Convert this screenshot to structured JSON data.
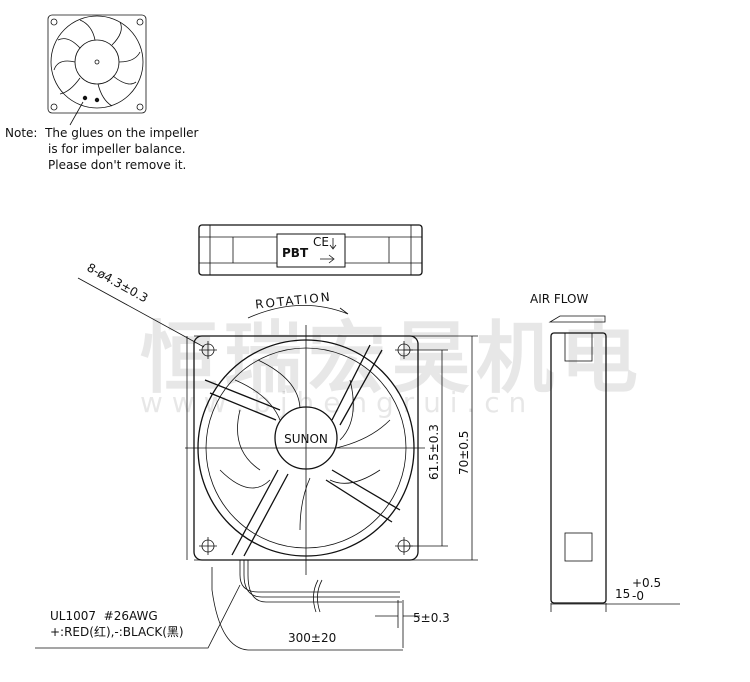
{
  "note": {
    "line1": "Note:  The glues on the impeller",
    "line2": "is for impeller balance.",
    "line3": "Please don't remove it."
  },
  "side_label": {
    "material": "PBT",
    "cert": "CE"
  },
  "main": {
    "hole_spec": "8-ø4.3±0.3",
    "rotation": "ROTATION",
    "hub_brand": "SUNON",
    "dim_hole_pitch": "61.5±0.3",
    "dim_frame": "70±0.5"
  },
  "side": {
    "airflow": "AIR FLOW",
    "thickness": "15",
    "tol_plus": "+0.5",
    "tol_minus": "-0"
  },
  "wires": {
    "spec": "UL1007  #26AWG",
    "polarity": "+:RED(红),-:BLACK(黑)",
    "strip": "5±0.3",
    "length": "300±20"
  },
  "watermark": {
    "cn": "恒瑞宏昊机电",
    "url": "w w w . b j h e n g r u i . c n"
  }
}
